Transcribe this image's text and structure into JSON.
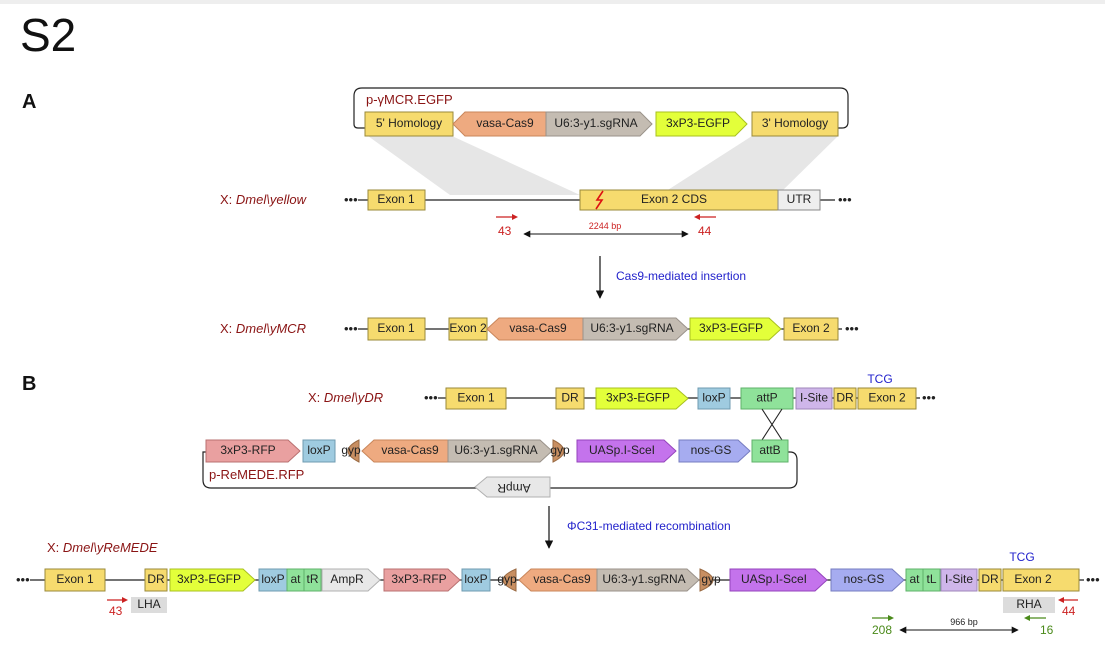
{
  "title": "S2",
  "colors": {
    "exon": "#f6db6e",
    "vasa_cas9": "#eeaa80",
    "sgrna": "#c4bcb2",
    "egfp": "#e3ff3a",
    "loxp": "#9fcbe0",
    "att": "#8fe29a",
    "isite": "#cfb6ea",
    "rfp": "#e9a0a0",
    "gyp": "#c88f62",
    "uas": "#c473ec",
    "nos": "#a6acf0",
    "red_text": "#8a1414",
    "blue_text": "#2222cc",
    "primer_red": "#cc2222",
    "primer_green": "#4a8a1a"
  },
  "panel_a": {
    "label": "A",
    "plasmid": {
      "name": "p-γMCR.EGFP",
      "segments": [
        "5' Homology",
        "vasa-Cas9",
        "U6:3-y1.sgRNA",
        "3xP3-EGFP",
        "3' Homology"
      ]
    },
    "locus": {
      "chrom": "X: ",
      "gene": "Dmel\\yellow",
      "segments": [
        "Exon 1",
        "Exon 2 CDS",
        "UTR"
      ],
      "primer_left": "43",
      "primer_right": "44",
      "distance": "2244 bp"
    },
    "step": "Cas9-mediated insertion",
    "result": {
      "chrom": "X: ",
      "gene": "Dmel\\yMCR",
      "segments": [
        "Exon 1",
        "Exon 2",
        "vasa-Cas9",
        "U6:3-y1.sgRNA",
        "3xP3-EGFP",
        "Exon 2"
      ]
    }
  },
  "panel_b": {
    "label": "B",
    "locus": {
      "chrom": "X: ",
      "gene": "Dmel\\yDR",
      "segments": [
        "Exon 1",
        "DR",
        "3xP3-EGFP",
        "loxP",
        "attP",
        "I-Site",
        "DR",
        "Exon 2"
      ],
      "codon": "TCG"
    },
    "plasmid": {
      "name": "p-ReMEDE.RFP",
      "segments": [
        "3xP3-RFP",
        "loxP",
        "gyp",
        "vasa-Cas9",
        "U6:3-y1.sgRNA",
        "gyp",
        "UASp.I-SceI",
        "nos-GS",
        "attB"
      ],
      "backbone": "AmpR"
    },
    "step": "ΦC31-mediated recombination",
    "result": {
      "chrom": "X: ",
      "gene": "Dmel\\yReMEDE",
      "segments": [
        "Exon 1",
        "DR",
        "3xP3-EGFP",
        "loxP",
        "at",
        "tR",
        "AmpR",
        "3xP3-RFP",
        "loxP",
        "gyp",
        "vasa-Cas9",
        "U6:3-y1.sgRNA",
        "gyp",
        "UASp.I-SceI",
        "nos-GS",
        "at",
        "tL",
        "I-Site",
        "DR",
        "Exon 2"
      ],
      "codon": "TCG",
      "primer_left": "43",
      "primer_right": "44",
      "lha": "LHA",
      "rha": "RHA",
      "green_left": "208",
      "green_right": "16",
      "distance": "966 bp"
    }
  }
}
